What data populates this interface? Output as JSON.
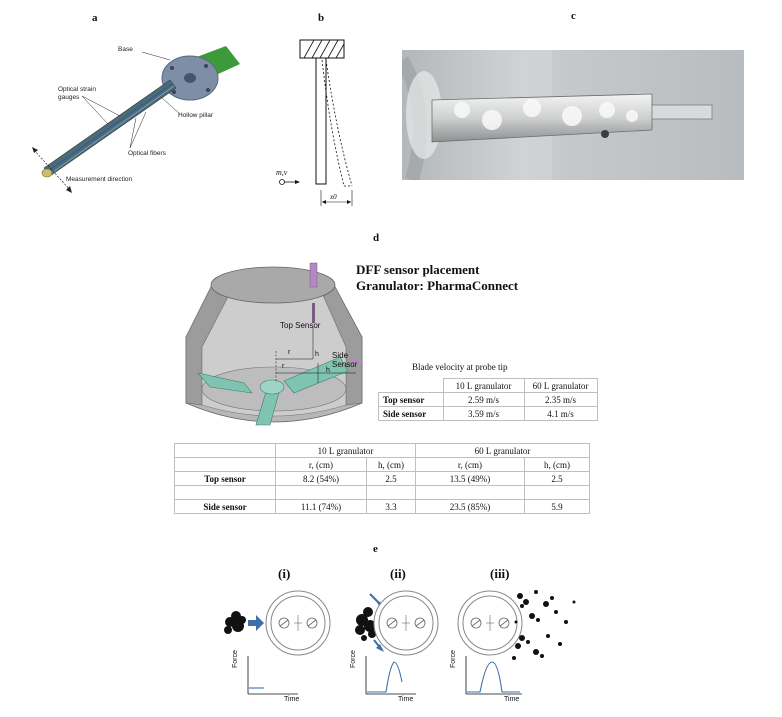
{
  "panels": {
    "a": "a",
    "b": "b",
    "c": "c",
    "d": "d",
    "e": "e"
  },
  "panel_a": {
    "labels": [
      "Base",
      "Optical strain gauges",
      "Hollow pillar",
      "Optical fibers",
      "Measurement direction"
    ]
  },
  "panel_b": {
    "mass_velocity": "m,v",
    "displacement": "x0"
  },
  "panel_d": {
    "title_line1": "DFF sensor placement",
    "title_line2": "Granulator: PharmaConnect",
    "diagram_labels": {
      "top_sensor": "Top Sensor",
      "side_sensor": "Side Sensor",
      "r1": "r",
      "r2": "r",
      "h1": "h",
      "h2": "h"
    },
    "velocity_table": {
      "caption": "Blade velocity at probe tip",
      "columns": [
        "10 L granulator",
        "60 L granulator"
      ],
      "rows": [
        {
          "name": "Top sensor",
          "values": [
            "2.59 m/s",
            "2.35 m/s"
          ]
        },
        {
          "name": "Side sensor",
          "values": [
            "3.59 m/s",
            "4.1 m/s"
          ]
        }
      ]
    },
    "geometry_table": {
      "groups": [
        "10 L granulator",
        "60 L granulator"
      ],
      "subheaders": [
        "r, (cm)",
        "h, (cm)",
        "r, (cm)",
        "h, (cm)"
      ],
      "rows": [
        {
          "name": "Top sensor",
          "values": [
            "8.2 (54%)",
            "2.5",
            "13.5 (49%)",
            "2.5"
          ]
        },
        {
          "name": "Side sensor",
          "values": [
            "11.1 (74%)",
            "3.3",
            "23.5 (85%)",
            "5.9"
          ]
        }
      ]
    }
  },
  "panel_e": {
    "stages": [
      "(i)",
      "(ii)",
      "(iii)"
    ],
    "y_axis": "Force",
    "x_axis": "Time"
  }
}
